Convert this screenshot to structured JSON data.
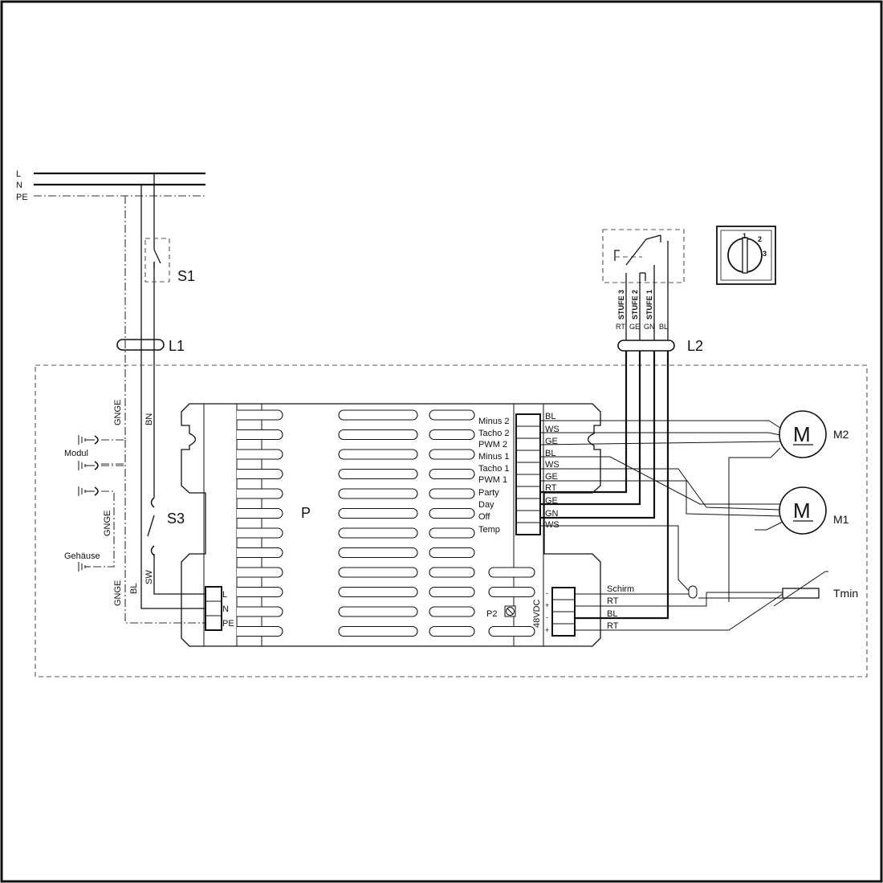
{
  "supply": {
    "l": "L",
    "n": "N",
    "pe": "PE"
  },
  "switches": {
    "s1": "S1",
    "s3": "S3"
  },
  "cable_glands": {
    "l1": "L1",
    "l2": "L2"
  },
  "wire_colors": {
    "gnge": "GNGE",
    "bn": "BN",
    "bl": "BL",
    "sw": "SW",
    "rt": "RT",
    "ge": "GE",
    "gn": "GN"
  },
  "ground_labels": {
    "modul": "Modul",
    "gehaeuse": "Gehäuse"
  },
  "board": {
    "label": "P",
    "potentiometer": "P2",
    "dc_label": "48VDC"
  },
  "mains_terminal": [
    "L",
    "N",
    "PE"
  ],
  "control_terminals": [
    "Minus 2",
    "Tacho 2",
    "PWM 2",
    "Minus 1",
    "Tacho 1",
    "PWM 1",
    "Party",
    "Day",
    "Off",
    "Temp"
  ],
  "control_wires": [
    "BL",
    "WS",
    "GE",
    "BL",
    "WS",
    "GE",
    "RT",
    "GE",
    "GN",
    "WS"
  ],
  "stage_switch": {
    "stages": [
      "STUFE 3",
      "STUFE 2",
      "STUFE 1"
    ],
    "wires": [
      "RT",
      "GE",
      "GN",
      "BL"
    ],
    "dial_positions": [
      "1",
      "2",
      "3"
    ]
  },
  "dc_terminal": {
    "polarity": [
      "-",
      "+",
      "-",
      "+"
    ],
    "wires": [
      "Schirm",
      "RT",
      "BL",
      "RT"
    ]
  },
  "motors": {
    "symbol": "M",
    "m1": "M1",
    "m2": "M2"
  },
  "sensor": "Tmin"
}
